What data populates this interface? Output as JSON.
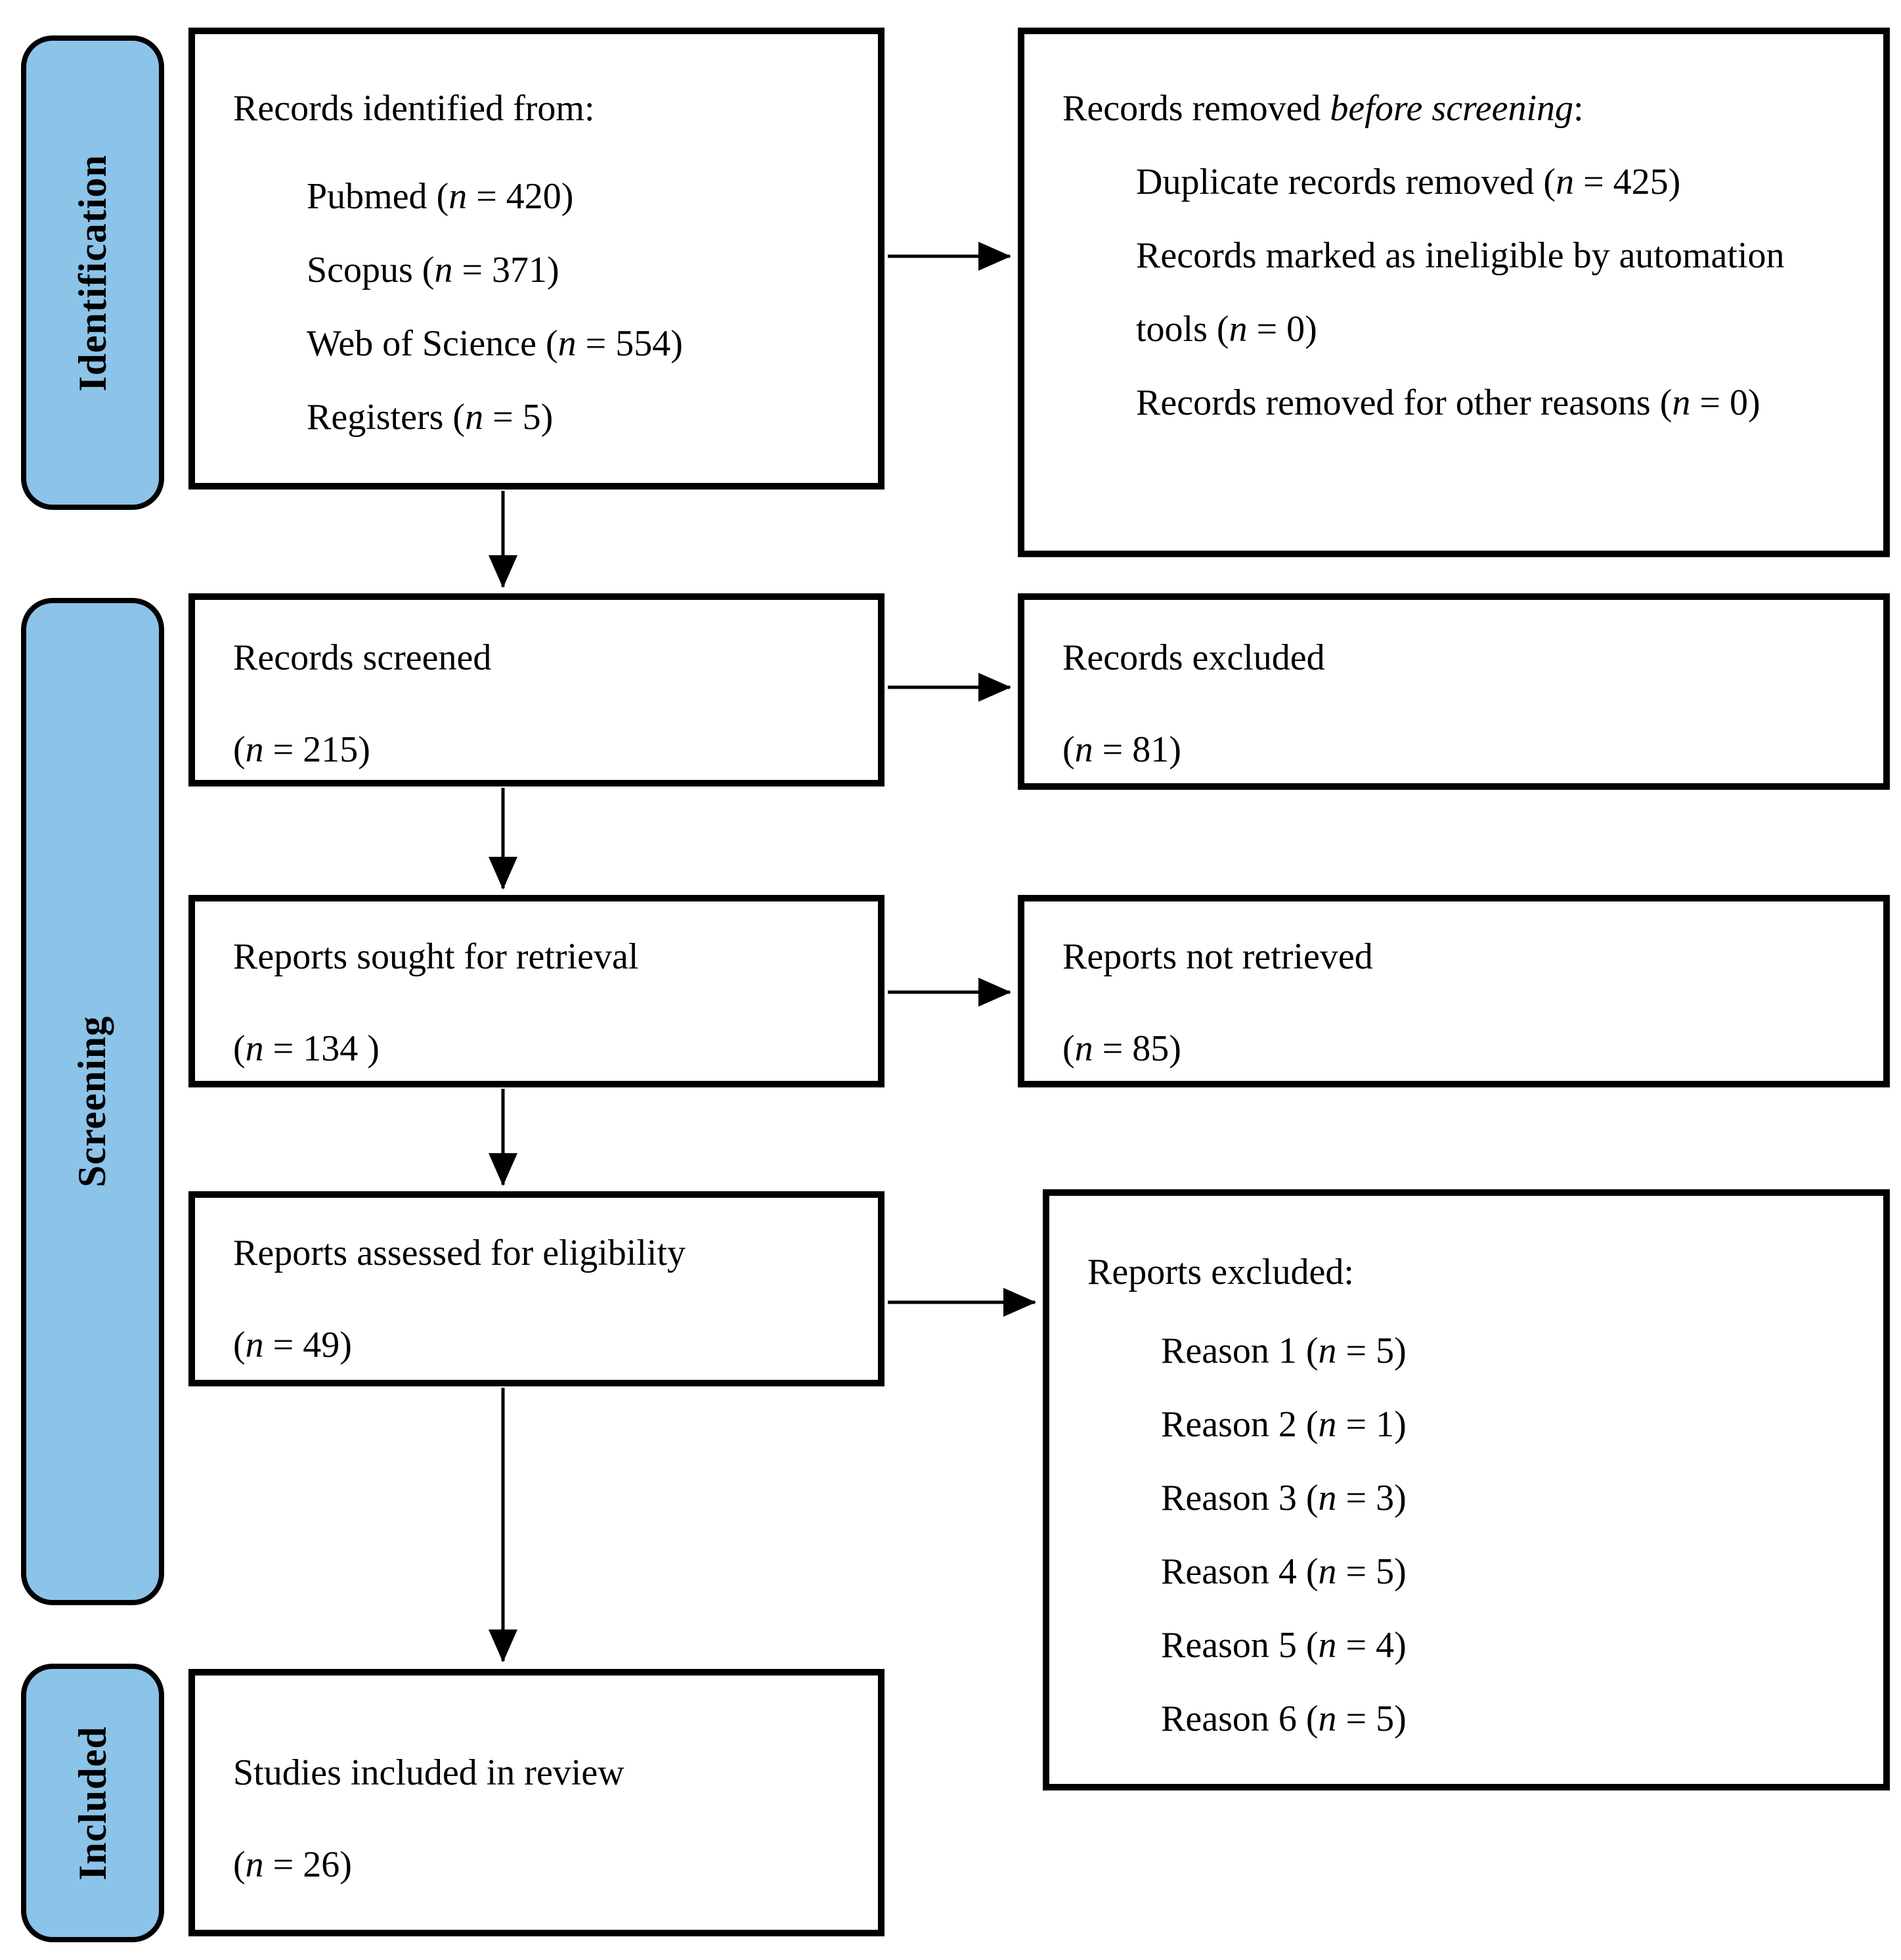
{
  "n_var": "n",
  "colors": {
    "stage_fill": "#8CC3E8",
    "box_border": "#000000",
    "text": "#000000",
    "background": "#FFFFFF"
  },
  "stages": [
    {
      "label": "Identification"
    },
    {
      "label": "Screening"
    },
    {
      "label": "Included"
    }
  ],
  "boxes": {
    "identified": {
      "title": "Records identified from:",
      "items": [
        {
          "label": "Pubmed",
          "n": "420"
        },
        {
          "label": "Scopus",
          "n": "371"
        },
        {
          "label": "Web of Science",
          "n": "554"
        },
        {
          "label": "Registers",
          "n": "5"
        }
      ]
    },
    "removed_before_screening": {
      "title_prefix": "Records removed ",
      "title_italic": "before screening",
      "title_suffix": ":",
      "items": [
        {
          "label": "Duplicate records removed",
          "n": "425"
        },
        {
          "label": "Records marked as ineligible by automation tools",
          "n": "0"
        },
        {
          "label": "Records removed for other reasons",
          "n": "0"
        }
      ]
    },
    "screened": {
      "label": "Records screened",
      "n": "215"
    },
    "records_excluded": {
      "label": "Records excluded",
      "n": "81"
    },
    "reports_sought": {
      "label": "Reports sought for retrieval",
      "n": "134 "
    },
    "reports_not_retrieved": {
      "label": "Reports not retrieved",
      "n": "85"
    },
    "reports_assessed": {
      "label": "Reports assessed for eligibility",
      "n": "49"
    },
    "reports_excluded": {
      "title": "Reports excluded:",
      "items": [
        {
          "label": "Reason 1",
          "n": "5"
        },
        {
          "label": "Reason 2",
          "n": "1"
        },
        {
          "label": "Reason 3",
          "n": "3"
        },
        {
          "label": "Reason 4",
          "n": "5"
        },
        {
          "label": "Reason 5",
          "n": "4"
        },
        {
          "label": "Reason 6",
          "n": "5"
        }
      ]
    },
    "studies_included": {
      "label": "Studies included in review",
      "n": "26"
    }
  }
}
